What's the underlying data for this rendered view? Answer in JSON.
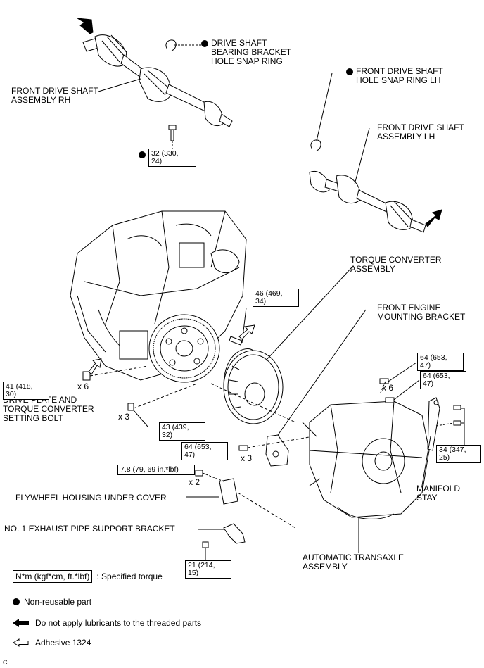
{
  "labels": {
    "snap_ring_rh": "DRIVE SHAFT\nBEARING BRACKET\nHOLE SNAP RING",
    "shaft_rh": "FRONT DRIVE SHAFT\nASSEMBLY RH",
    "snap_ring_lh": "FRONT DRIVE SHAFT\nHOLE SNAP RING LH",
    "shaft_lh": "FRONT DRIVE SHAFT\nASSEMBLY LH",
    "torque_converter": "TORQUE CONVERTER\nASSEMBLY",
    "engine_bracket": "FRONT ENGINE\nMOUNTING BRACKET",
    "drive_plate_bolt": "DRIVE PLATE AND\nTORQUE CONVERTER\nSETTING BOLT",
    "manifold_stay": "MANIFOLD\nSTAY",
    "flywheel_cover": "FLYWHEEL HOUSING UNDER COVER",
    "exhaust_bracket": "NO. 1 EXHAUST PIPE SUPPORT BRACKET",
    "transaxle": "AUTOMATIC TRANSAXLE\nASSEMBLY"
  },
  "torques": {
    "t32": "32 (330,\n24)",
    "t46": "46 (469,\n34)",
    "t41": "41 (418,\n30)",
    "t43": "43 (439,\n32)",
    "t64a": "64 (653,\n47)",
    "t64b": "64 (653,\n47)",
    "t64c": "64 (653,\n47)",
    "t34": "34 (347,\n25)",
    "t78": "7.8 (79, 69 in.*lbf)",
    "t21": "21 (214,\n15)"
  },
  "quantities": {
    "q_bolt6": "x 6",
    "q_bolt3": "x 3",
    "q_bracket6": "x 6",
    "q_mount3": "x 3",
    "q_cover2": "x 2"
  },
  "legend": {
    "torque_box": "N*m (kgf*cm, ft.*lbf)",
    "torque_text": ": Specified torque",
    "non_reusable": "Non-reusable part",
    "no_lube": "Do not apply lubricants to the threaded parts",
    "adhesive": "Adhesive 1324"
  },
  "footer_code": "C",
  "icons": [
    "non-reusable-dot-icon",
    "solid-arrow-icon",
    "hollow-arrow-icon"
  ]
}
